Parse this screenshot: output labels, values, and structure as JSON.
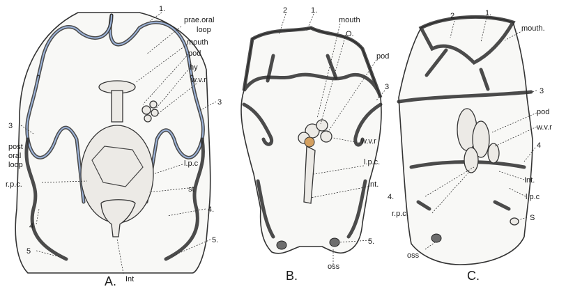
{
  "labels": {
    "a_1": "1.",
    "a_prae_oral_loop": "prae.oral",
    "a_prae_oral_loop_2": "loop",
    "a_mouth": "mouth",
    "a_pod": "pod",
    "a_hy": "hy",
    "a_wvr": "w.v.r",
    "a_3_left": "3",
    "a_3_right": "3",
    "a_post_oral_loop_1": "post",
    "a_post_oral_loop_2": "oral",
    "a_post_oral_loop_3": "loop",
    "a_lpc": "l.p.c",
    "a_rpc": "r.p.c.",
    "a_st": "st",
    "a_4_left": "4",
    "a_4_right": "4.",
    "a_5_left": "5",
    "a_5_right": "5.",
    "a_int": "Int",
    "b_2": "2",
    "b_1": "1.",
    "b_mouth": "mouth",
    "b_o": "O.",
    "b_pod": "pod",
    "b_3": "3",
    "b_wvr": "w.v.r",
    "b_lpc": "l.p.c.",
    "b_int": "Int.",
    "b_5": "5.",
    "b_oss": "oss",
    "c_2": "2",
    "c_1": "1.",
    "c_mouth": "mouth.",
    "c_3": "3",
    "c_pod": "pod",
    "c_wvr": "w.v.r",
    "c_4_right": "4",
    "c_int": "Int.",
    "c_lpc": "l.p.c",
    "c_s": "S",
    "c_4_left": "4.",
    "c_rpc": "r.p.c.",
    "c_oss": "oss"
  },
  "captions": {
    "a": "A.",
    "b": "B.",
    "c": "C."
  }
}
